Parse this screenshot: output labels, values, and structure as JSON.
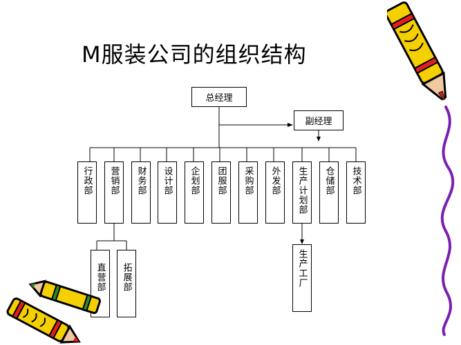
{
  "title": "M服装公司的组织结构",
  "gm": "总经理",
  "deputy": "副经理",
  "departments": [
    "行政部",
    "营销部",
    "财务部",
    "设计部",
    "企划部",
    "团服部",
    "采购部",
    "外发部",
    "生产计划部",
    "仓储部",
    "技术部"
  ],
  "sales_sub": [
    "直营部",
    "拓展部"
  ],
  "factory": "生产工厂",
  "colors": {
    "line": "#000000",
    "crayon_yellow": "#f5d000",
    "crayon_red": "#e02020",
    "crayon_green": "#2c8a2c",
    "swirl_purple": "#7a1fb3"
  }
}
